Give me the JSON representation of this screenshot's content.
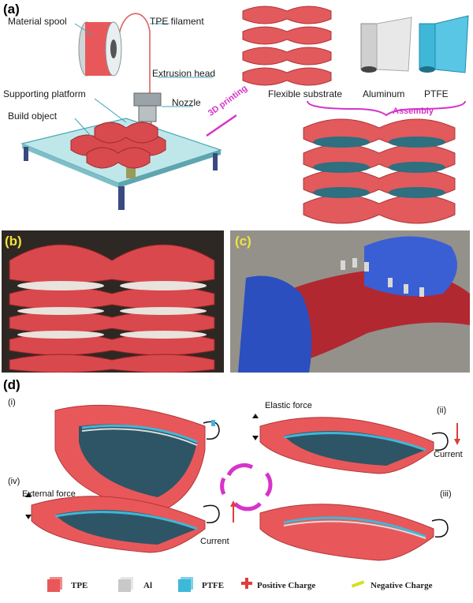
{
  "panel_a": {
    "label": "(a)",
    "material_spool": "Material spool",
    "tpe_filament": "TPE filament",
    "extrusion_head": "Extrusion head",
    "supporting_platform": "Supporting platform",
    "nozzle": "Nozzle",
    "build_object": "Build object",
    "printing": "3D printing",
    "flexible_substrate": "Flexible substrate",
    "aluminum": "Aluminum",
    "ptfe": "PTFE",
    "assembly": "Assembly"
  },
  "panel_b": {
    "label": "(b)"
  },
  "panel_c": {
    "label": "(c)"
  },
  "panel_d": {
    "label": "(d)",
    "step_i": "(i)",
    "step_ii": "(ii)",
    "step_iii": "(iii)",
    "step_iv": "(iv)",
    "elastic_force": "Elastic force",
    "external_force": "External force",
    "current_ii": "Current",
    "current_iv": "Current"
  },
  "legend": {
    "tpe": "TPE",
    "al": "Al",
    "ptfe": "PTFE",
    "positive": "Positive Charge",
    "negative": "Negative Charge"
  },
  "colors": {
    "tpe": "#e8585a",
    "al": "#c8c8c8",
    "ptfe": "#3fb7d9",
    "positive": "#e03c3c",
    "negative": "#d6e01c",
    "accent": "#d633c8"
  }
}
